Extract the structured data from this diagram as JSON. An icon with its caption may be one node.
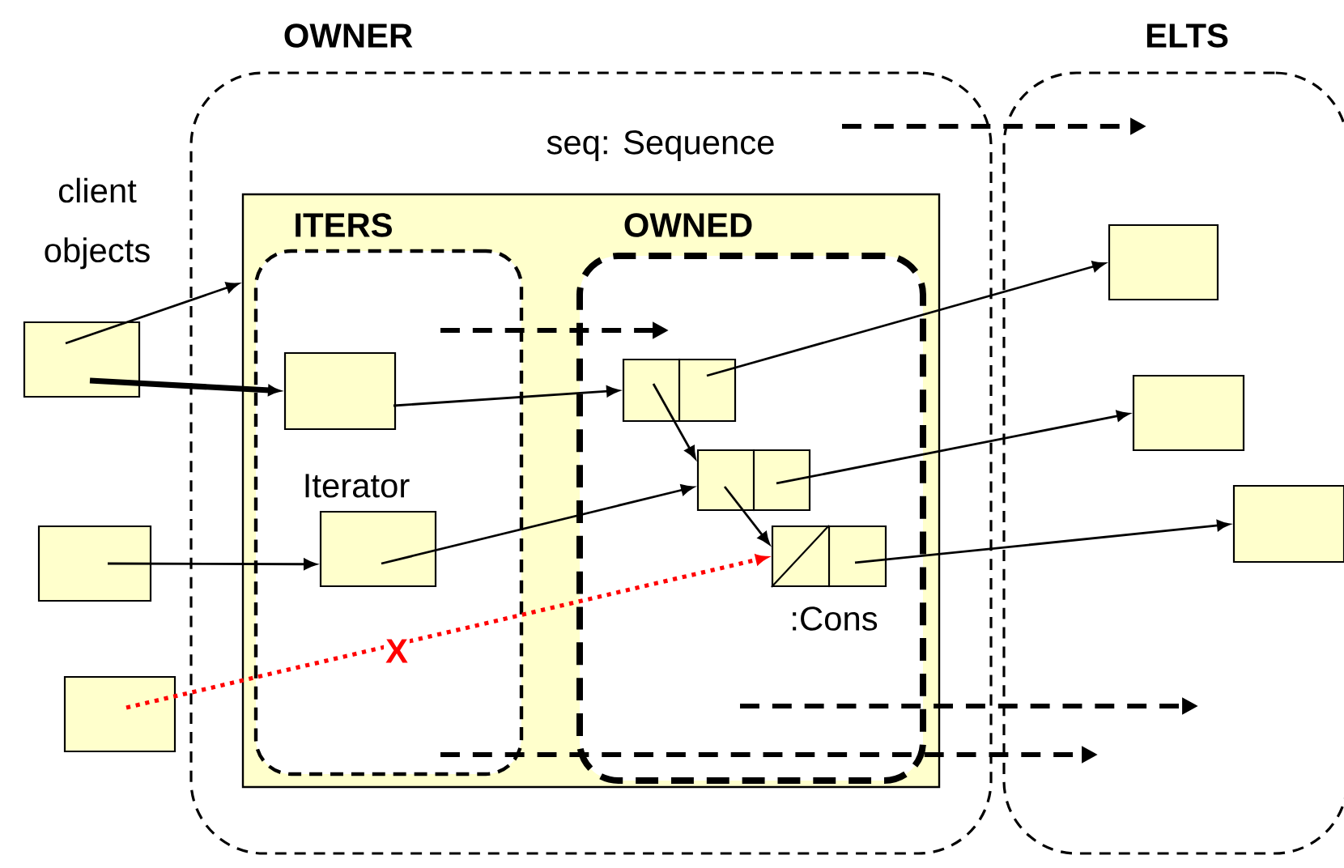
{
  "diagram": {
    "nodes": [
      {
        "text": [
          "OWNER"
        ]
      },
      {
        "text": [
          "ELTS"
        ]
      },
      {
        "text": [
          "seq: Sequence"
        ],
        "in": 0
      },
      {
        "text": [
          "ITERS"
        ],
        "in": 2
      },
      {
        "text": [
          "OWNED"
        ],
        "in": 2
      },
      {
        "text": [],
        "shape": "box"
      },
      {
        "text": [],
        "shape": "box"
      },
      {
        "text": [],
        "shape": "box"
      },
      {
        "text": [],
        "shape": "box",
        "in": 3
      },
      {
        "text": [
          "Iterator"
        ],
        "in": 3
      },
      {
        "text": [],
        "shape": "box",
        "in": 4
      },
      {
        "text": [],
        "shape": "box",
        "in": 4
      },
      {
        "text": [
          ":Cons"
        ],
        "in": 4
      },
      {
        "text": [],
        "shape": "box",
        "in": 1
      },
      {
        "text": [],
        "shape": "box",
        "in": 1
      },
      {
        "text": [],
        "shape": "box",
        "in": 1
      }
    ],
    "edges": [
      {
        "from": 5,
        "to": 2,
        "arrow": "to"
      },
      {
        "from": 5,
        "to": 8,
        "arrow": "to",
        "style": "thick"
      },
      {
        "from": 8,
        "to": 10,
        "arrow": "to"
      },
      {
        "from": 6,
        "to": 9,
        "arrow": "to"
      },
      {
        "from": 9,
        "to": 11,
        "arrow": "to"
      },
      {
        "from": 10,
        "to": 11,
        "arrow": "to"
      },
      {
        "from": 10,
        "to": 13,
        "arrow": "to"
      },
      {
        "from": 11,
        "to": 12,
        "arrow": "to"
      },
      {
        "from": 11,
        "to": 14,
        "arrow": "to"
      },
      {
        "from": 12,
        "to": 15,
        "arrow": "to"
      },
      {
        "from": 7,
        "to": 12,
        "arrow": "to",
        "style": "dashed",
        "color": "#ff0000",
        "label": "X"
      }
    ],
    "labels": [
      "client objects"
    ]
  }
}
